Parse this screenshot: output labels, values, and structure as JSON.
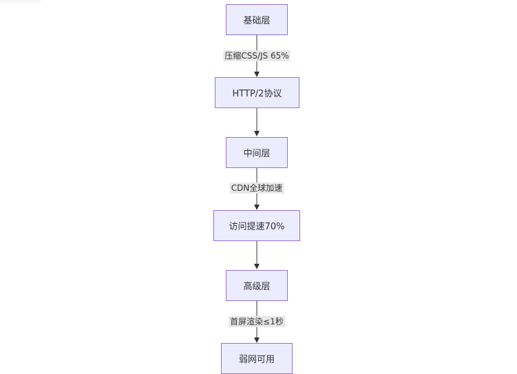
{
  "nodes": [
    {
      "id": "base",
      "label": "基础层"
    },
    {
      "id": "http2",
      "label": "HTTP/2协议"
    },
    {
      "id": "middle",
      "label": "中间层"
    },
    {
      "id": "speed",
      "label": "访问提速70%"
    },
    {
      "id": "advanced",
      "label": "高级层"
    },
    {
      "id": "weaknet",
      "label": "弱网可用"
    }
  ],
  "edges": [
    {
      "from": "base",
      "to": "http2",
      "label": "压缩CSS/JS 65%"
    },
    {
      "from": "http2",
      "to": "middle",
      "label": ""
    },
    {
      "from": "middle",
      "to": "speed",
      "label": "CDN全球加速"
    },
    {
      "from": "speed",
      "to": "advanced",
      "label": ""
    },
    {
      "from": "advanced",
      "to": "weaknet",
      "label": "首屏渲染≤1秒"
    }
  ],
  "colors": {
    "node_fill": "#ECECFF",
    "node_border": "#9370DB",
    "edge": "#333333",
    "label_bg": "#e8e8e8"
  }
}
